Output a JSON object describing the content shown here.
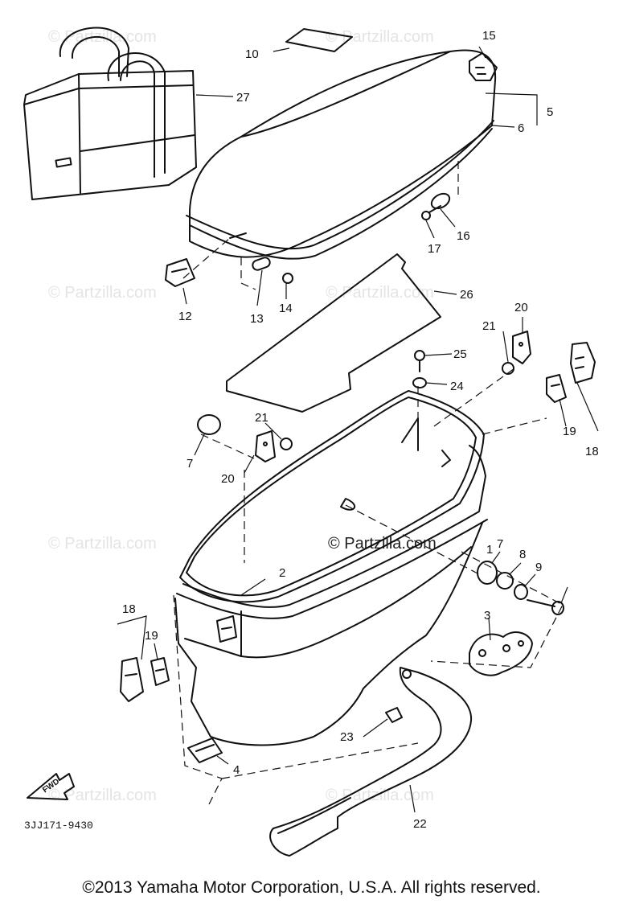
{
  "diagram": {
    "part_labels": [
      "1",
      "2",
      "3",
      "4",
      "5",
      "6",
      "7",
      "7",
      "8",
      "9",
      "10",
      "12",
      "13",
      "14",
      "15",
      "16",
      "17",
      "18",
      "18",
      "19",
      "19",
      "20",
      "20",
      "21",
      "21",
      "22",
      "23",
      "24",
      "25",
      "26",
      "27"
    ],
    "watermark": "© Partzilla.com",
    "drawing_code": "3JJ171-9430",
    "fwd_label": "FWD",
    "copyright": "©2013  Yamaha Motor Corporation, U.S.A. All rights reserved."
  }
}
